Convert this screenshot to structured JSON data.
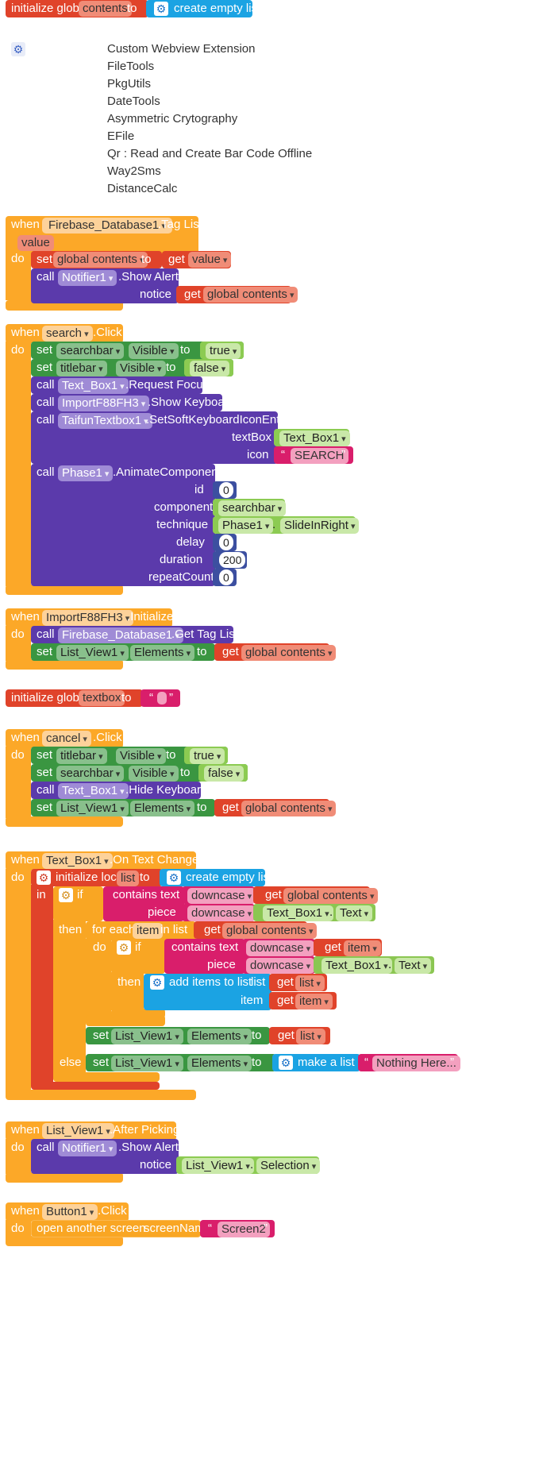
{
  "init_contents": {
    "kw": "initialize global",
    "var": "contents",
    "to": "to",
    "create": "create empty list"
  },
  "extensions": [
    "Custom Webview Extension",
    "FileTools",
    "PkgUtils",
    "DateTools",
    "Asymmetric Crytography",
    "EFile",
    "Qr : Read and Create Bar Code Offline",
    "Way2Sms",
    "DistanceCalc"
  ],
  "fb_taglist": {
    "when": "when",
    "comp": "Firebase_Database1",
    "event": ".Tag List",
    "param": "value",
    "do": "do",
    "set": "set",
    "var": "global contents",
    "to": "to",
    "get": "get",
    "getval": "value",
    "call": "call",
    "notifier": "Notifier1",
    "method": ".Show Alert",
    "notice": "notice",
    "get2": "get",
    "getvar": "global contents"
  },
  "search_click": {
    "when": "when",
    "comp": "search",
    "event": ".Click",
    "do": "do",
    "set1": {
      "kw": "set",
      "comp": "searchbar",
      "prop": "Visible",
      "to": "to",
      "val": "true"
    },
    "set2": {
      "kw": "set",
      "comp": "titlebar",
      "prop": "Visible",
      "to": "to",
      "val": "false"
    },
    "call1": {
      "kw": "call",
      "comp": "Text_Box1",
      "method": ".Request Focus"
    },
    "call2": {
      "kw": "call",
      "comp": "ImportF88FH3",
      "method": ".Show Keyboard"
    },
    "call3": {
      "kw": "call",
      "comp": "TaifunTextbox1",
      "method": ".SetSoftKeyboardIconEnter",
      "arg1": "textBox",
      "arg1v": "Text_Box1",
      "arg2": "icon",
      "arg2v": "SEARCH"
    },
    "call4": {
      "kw": "call",
      "comp": "Phase1",
      "method": ".AnimateComponent",
      "a_id": "id",
      "v_id": "0",
      "a_comp": "component",
      "v_comp": "searchbar",
      "a_tech": "technique",
      "v_tech1": "Phase1",
      "v_tech2": "SlideInRight",
      "a_delay": "delay",
      "v_delay": "0",
      "a_dur": "duration",
      "v_dur": "200",
      "a_rep": "repeatCount",
      "v_rep": "0"
    }
  },
  "import_init": {
    "when": "when",
    "comp": "ImportF88FH3",
    "event": ".Initialize",
    "do": "do",
    "call": "call",
    "fb": "Firebase_Database1",
    "method": ".Get Tag List",
    "set": "set",
    "lv": "List_View1",
    "prop": "Elements",
    "to": "to",
    "get": "get",
    "var": "global contents"
  },
  "init_textbox": {
    "kw": "initialize global",
    "var": "textbox",
    "to": "to"
  },
  "cancel_click": {
    "when": "when",
    "comp": "cancel",
    "event": ".Click",
    "do": "do",
    "set1": {
      "kw": "set",
      "comp": "titlebar",
      "prop": "Visible",
      "to": "to",
      "val": "true"
    },
    "set2": {
      "kw": "set",
      "comp": "searchbar",
      "prop": "Visible",
      "to": "to",
      "val": "false"
    },
    "call1": {
      "kw": "call",
      "comp": "Text_Box1",
      "method": ".Hide Keyboard"
    },
    "set3": {
      "kw": "set",
      "comp": "List_View1",
      "prop": "Elements",
      "to": "to",
      "get": "get",
      "var": "global contents"
    }
  },
  "text_changed": {
    "when": "when",
    "comp": "Text_Box1",
    "event": ".On Text Changed",
    "do": "do",
    "init_local": "initialize local",
    "local_var": "list",
    "to": "to",
    "create": "create empty list",
    "in": "in",
    "if": "if",
    "contains": "contains text",
    "downcase": "downcase",
    "get": "get",
    "gvar": "global contents",
    "piece": "piece",
    "tb": "Text_Box1",
    "text": "Text",
    "then": "then",
    "foreach": "for each",
    "item": "item",
    "inlist": "in list",
    "do2": "do",
    "contains2": "contains text",
    "item2": "item",
    "piece2": "piece",
    "then2": "then",
    "additems": "add items to list",
    "list_lbl": "list",
    "listvar": "list",
    "item_lbl": "item",
    "itemvar": "item",
    "set": "set",
    "lv": "List_View1",
    "prop": "Elements",
    "else": "else",
    "makelist": "make a list",
    "nothing": "Nothing Here..."
  },
  "after_picking": {
    "when": "when",
    "comp": "List_View1",
    "event": ".After Picking",
    "do": "do",
    "call": "call",
    "notifier": "Notifier1",
    "method": ".Show Alert",
    "notice": "notice",
    "lv": "List_View1",
    "sel": "Selection"
  },
  "button_click": {
    "when": "when",
    "comp": "Button1",
    "event": ".Click",
    "do": "do",
    "open": "open another screen",
    "screenName": "screenName",
    "screen": "Screen2"
  }
}
